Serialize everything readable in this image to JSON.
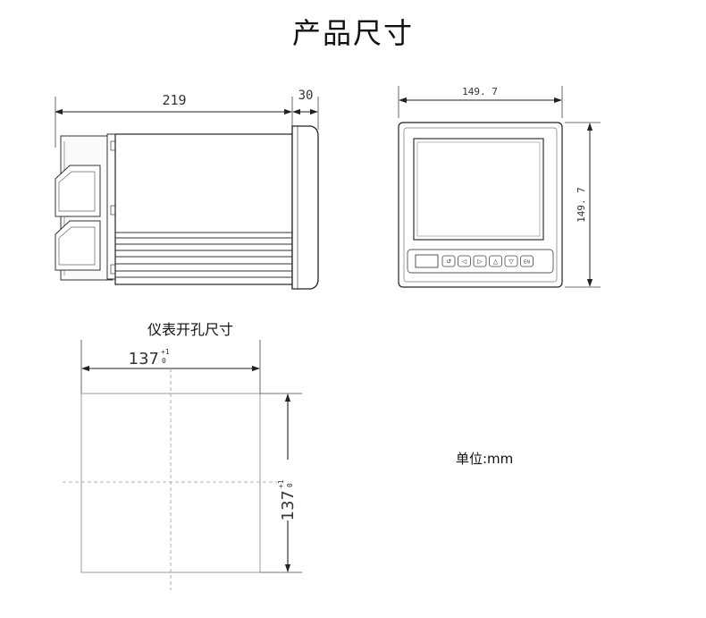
{
  "title": "产品尺寸",
  "side_view": {
    "length_label": "219",
    "bezel_label": "30"
  },
  "front_view": {
    "width_label": "149. 7",
    "height_label": "149. 7",
    "buttons": [
      "↺",
      "◁",
      "▷",
      "△",
      "▽",
      "EN"
    ]
  },
  "cutout": {
    "title": "仪表开孔尺寸",
    "width_base": "137",
    "height_base": "137",
    "tol_upper": "+1",
    "tol_lower": "0"
  },
  "unit_label": "单位:mm"
}
